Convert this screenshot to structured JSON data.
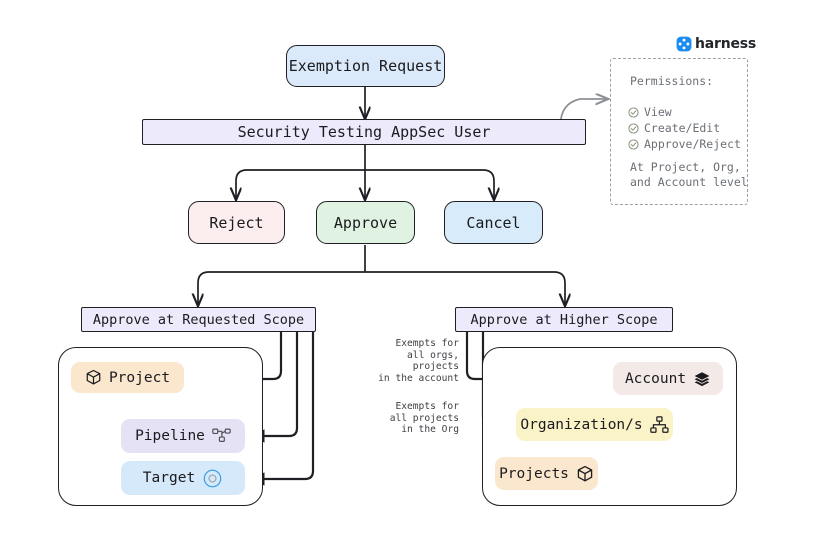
{
  "brand": {
    "logo_icon": "harness-diamond-icon",
    "name": "harness",
    "accent": "#1a8cf0"
  },
  "flow": {
    "start": {
      "label": "Exemption Request",
      "color": "#dbeafa"
    },
    "actor": {
      "label": "Security Testing AppSec User",
      "color": "#eceafb"
    },
    "actions": [
      {
        "label": "Reject",
        "color": "#fceeee"
      },
      {
        "label": "Approve",
        "color": "#e0f3e2"
      },
      {
        "label": "Cancel",
        "color": "#d7ebfa"
      }
    ]
  },
  "permissions": {
    "title": "Permissions:",
    "items": [
      {
        "icon": "check-circle-icon",
        "label": "View"
      },
      {
        "icon": "check-circle-icon",
        "label": "Create/Edit"
      },
      {
        "icon": "check-circle-icon",
        "label": "Approve/Reject"
      }
    ],
    "footer": "At Project, Org,\nand Account level"
  },
  "scopes": {
    "requested": {
      "header": "Approve at Requested Scope",
      "nodes": [
        {
          "label": "Project",
          "icon": "cube-icon",
          "color": "#fbe7cd"
        },
        {
          "label": "Pipeline",
          "icon": "pipeline-icon",
          "color": "#e6e2f6"
        },
        {
          "label": "Target",
          "icon": "target-icon",
          "color": "#d5e9fa"
        }
      ]
    },
    "higher": {
      "header": "Approve at Higher Scope",
      "nodes": [
        {
          "label": "Account",
          "icon": "layers-icon",
          "color": "#f3e9e6"
        },
        {
          "label": "Organization/s",
          "icon": "hierarchy-icon",
          "color": "#fbf3c8"
        },
        {
          "label": "Projects",
          "icon": "cube-icon",
          "color": "#fbe7cd"
        }
      ],
      "notes": [
        "Exempts for\nall orgs, projects\nin the account",
        "Exempts for\nall projects\nin the Org"
      ]
    }
  }
}
